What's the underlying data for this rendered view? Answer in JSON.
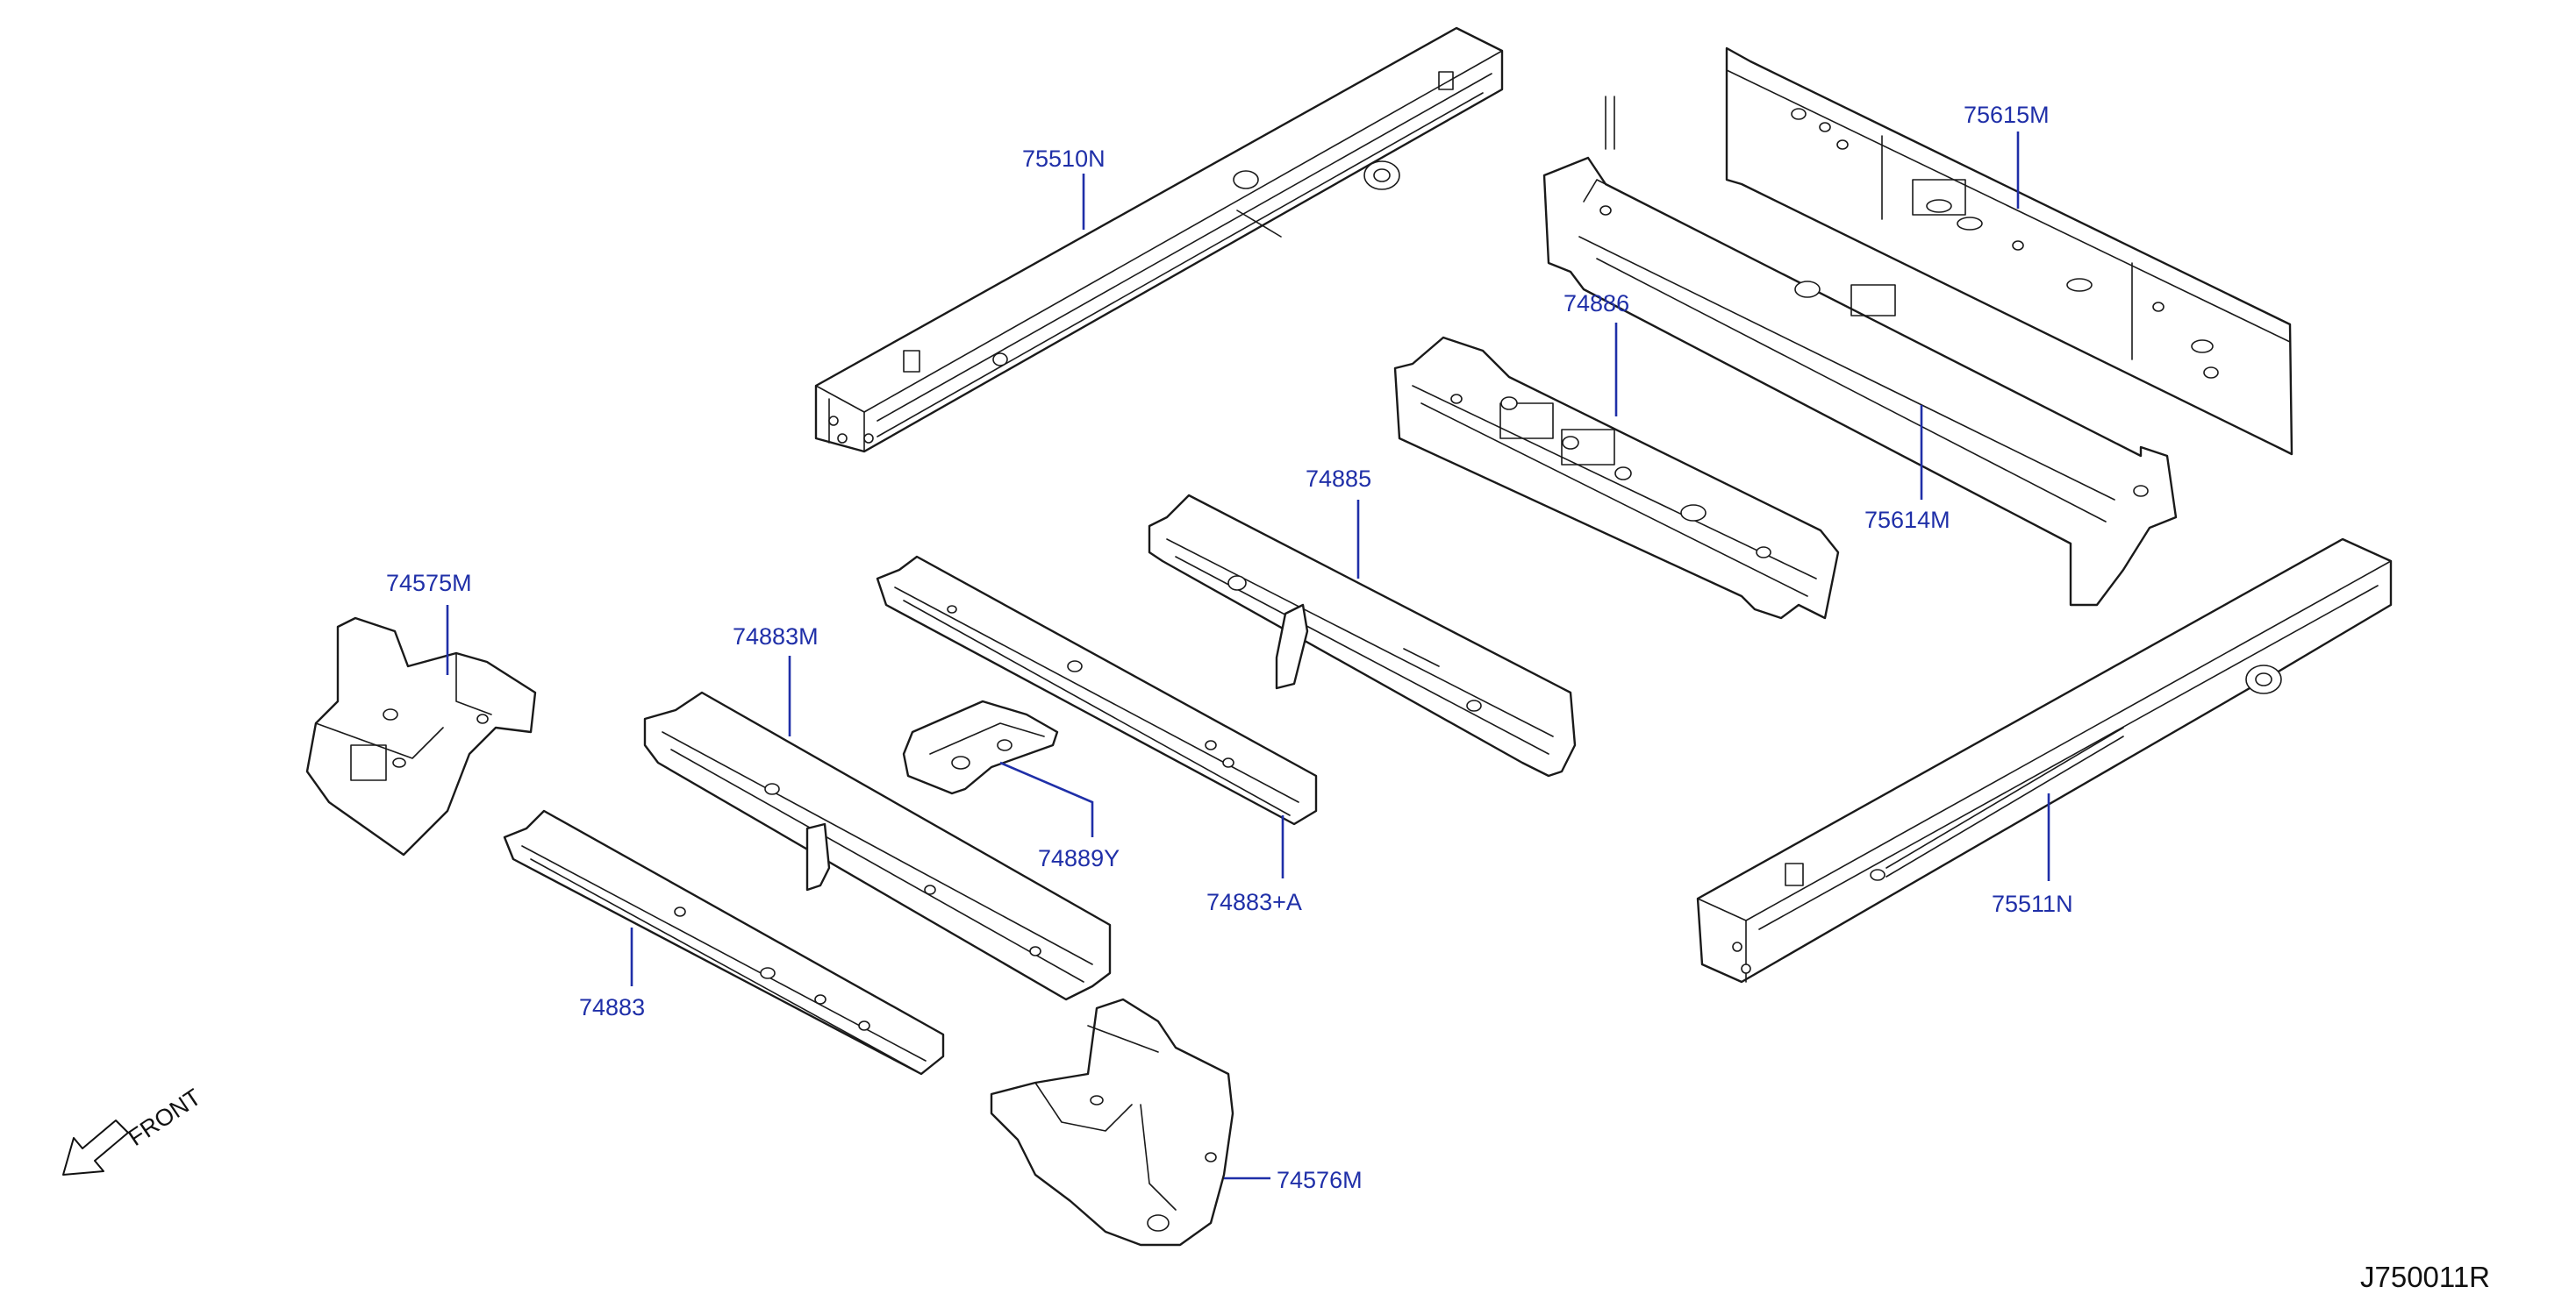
{
  "callouts": {
    "c75510N": "75510N",
    "c75615M": "75615M",
    "c74886": "74886",
    "c75614M": "75614M",
    "c74885": "74885",
    "c74575M": "74575M",
    "c74883M": "74883M",
    "c74889Y": "74889Y",
    "c74883A": "74883+A",
    "c75511N": "75511N",
    "c74883": "74883",
    "c74576M": "74576M"
  },
  "front_label": "FRONT",
  "diagram_code": "J750011R",
  "colors": {
    "callout": "#1f2fa8",
    "line": "#1a1a1a",
    "background": "#ffffff"
  },
  "icons": {
    "front_arrow": "arrow-down-left-icon"
  }
}
